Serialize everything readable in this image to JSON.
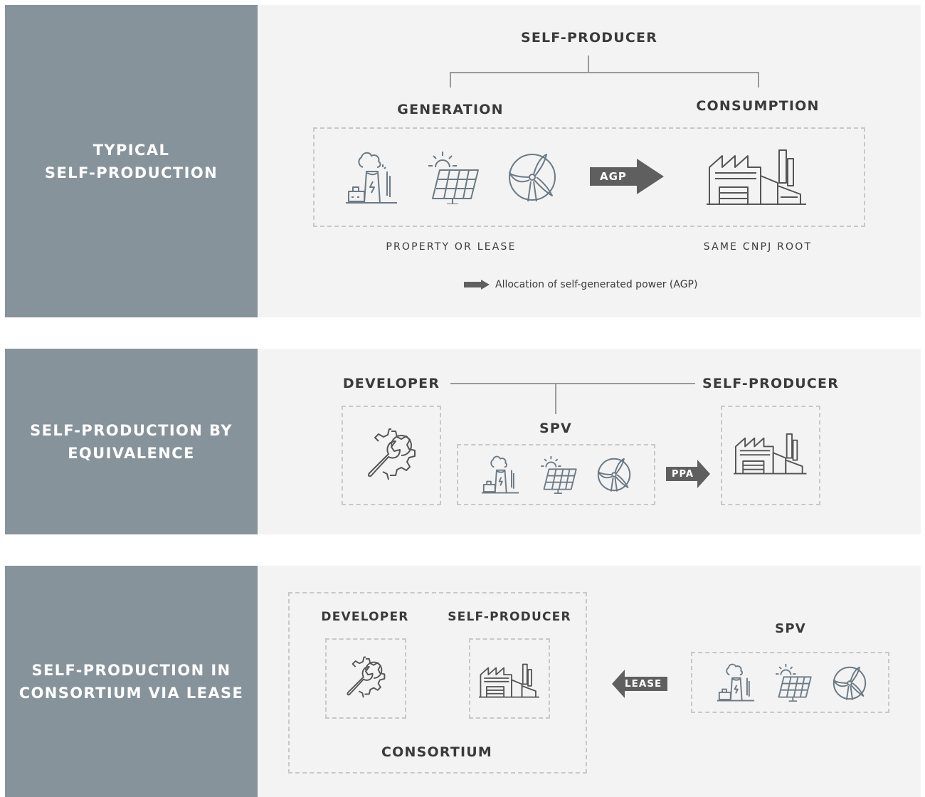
{
  "rows": [
    {
      "title": "TYPICAL\nSELF-PRODUCTION",
      "top_label": "SELF-PRODUCER",
      "left_label": "GENERATION",
      "right_label": "CONSUMPTION",
      "arrow_label": "AGP",
      "left_caption": "PROPERTY OR LEASE",
      "right_caption": "SAME CNPJ ROOT",
      "legend": "Allocation of self-generated power (AGP)"
    },
    {
      "title": "SELF-PRODUCTION BY\nEQUIVALENCE",
      "developer_label": "DEVELOPER",
      "self_producer_label": "SELF-PRODUCER",
      "spv_label": "SPV",
      "arrow_label": "PPA"
    },
    {
      "title": "SELF-PRODUCTION IN\nCONSORTIUM VIA LEASE",
      "developer_label": "DEVELOPER",
      "self_producer_label": "SELF-PRODUCER",
      "spv_label": "SPV",
      "arrow_label": "LEASE",
      "consortium_label": "CONSORTIUM"
    }
  ],
  "icons": {
    "power_plant": "power-plant-icon",
    "solar": "solar-panel-icon",
    "wind": "wind-turbine-icon",
    "factory": "factory-icon",
    "gear": "gear-wrench-icon"
  },
  "colors": {
    "side_panel": "#86939b",
    "panel_bg": "#f3f3f3",
    "arrow": "#5f5f5f",
    "icon_stroke": "#6b7a85"
  }
}
